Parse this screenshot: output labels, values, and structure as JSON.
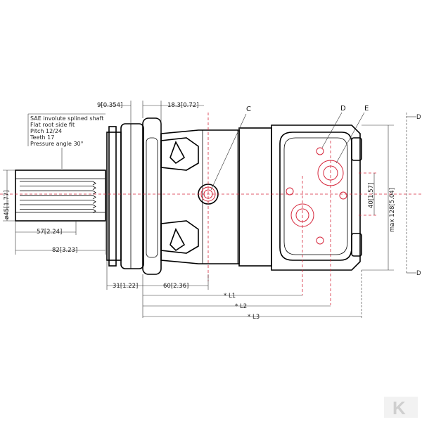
{
  "shaft_note": {
    "lines": [
      "SAE involute splined shaft",
      "Flat root side fit",
      "Pitch 12/24",
      "Teeth 17",
      "Pressure angle 30°"
    ]
  },
  "dimensions": {
    "d9": "9[0.354]",
    "d18": "18.3[0.72]",
    "dia45": "ø45[1.77]",
    "d57": "57[2.24]",
    "d82": "82[3.23]",
    "d31": "31[1.22]",
    "d60": "60[2.36]",
    "d40": "40[1.57]",
    "d128": "max 128[5.04]",
    "L1": "* L1",
    "L2": "* L2",
    "L3": "* L3"
  },
  "callouts": {
    "C": "C",
    "D": "D",
    "E": "E"
  },
  "edge_marks": {
    "top": "D",
    "bottom": "D"
  },
  "logo": {
    "letter": "K"
  },
  "colors": {
    "line": "#000000",
    "port": "#d6263b",
    "logo": "#cfcfcf"
  }
}
